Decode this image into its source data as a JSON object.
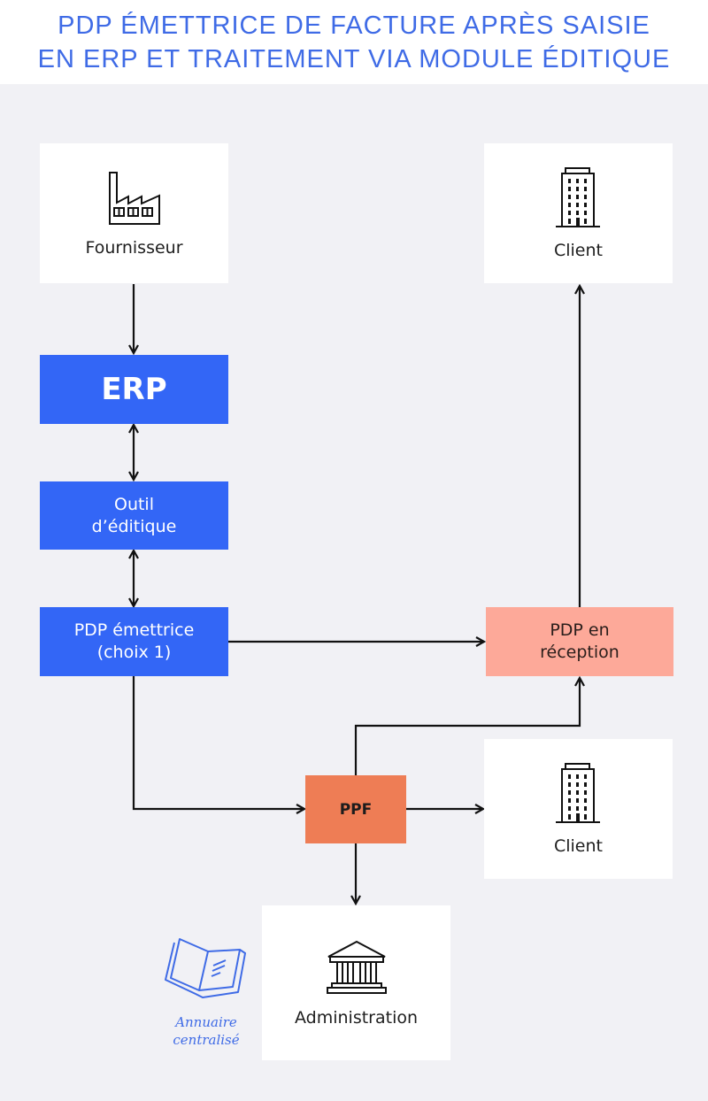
{
  "header": {
    "title_line1": "PDP ÉMETTRICE DE FACTURE APRÈS SAISIE",
    "title_line2": "EN ERP ET TRAITEMENT VIA MODULE ÉDITIQUE"
  },
  "nodes": {
    "fournisseur": {
      "label": "Fournisseur",
      "icon": "factory-icon"
    },
    "client_top": {
      "label": "Client",
      "icon": "office-building-icon"
    },
    "erp": {
      "label": "ERP"
    },
    "outil": {
      "line1": "Outil",
      "line2": "d’éditique"
    },
    "pdp_emettrice": {
      "line1": "PDP émettrice",
      "line2": "(choix 1)"
    },
    "pdp_reception": {
      "line1": "PDP en",
      "line2": "réception"
    },
    "ppf": {
      "label": "PPF"
    },
    "client_bottom": {
      "label": "Client",
      "icon": "office-building-icon"
    },
    "administration": {
      "label": "Administration",
      "icon": "government-building-icon"
    }
  },
  "annuaire": {
    "line1": "Annuaire",
    "line2": "centralisé",
    "icon": "open-book-icon"
  },
  "edges": [
    {
      "from": "Fournisseur",
      "to": "ERP",
      "direction": "one-way"
    },
    {
      "from": "ERP",
      "to": "Outil d’éditique",
      "direction": "two-way"
    },
    {
      "from": "Outil d’éditique",
      "to": "PDP émettrice",
      "direction": "two-way"
    },
    {
      "from": "PDP émettrice",
      "to": "PDP en réception",
      "direction": "one-way"
    },
    {
      "from": "PDP émettrice",
      "to": "PPF",
      "direction": "one-way"
    },
    {
      "from": "PPF",
      "to": "PDP en réception",
      "direction": "one-way"
    },
    {
      "from": "PPF",
      "to": "Client",
      "direction": "one-way"
    },
    {
      "from": "PPF",
      "to": "Administration",
      "direction": "one-way"
    },
    {
      "from": "PDP en réception",
      "to": "Client",
      "direction": "one-way"
    }
  ],
  "colors": {
    "title": "#3f6be6",
    "primary_blue": "#3366f6",
    "pdp_reception": "#fda999",
    "ppf": "#ee7d55",
    "background": "#f1f1f5"
  }
}
